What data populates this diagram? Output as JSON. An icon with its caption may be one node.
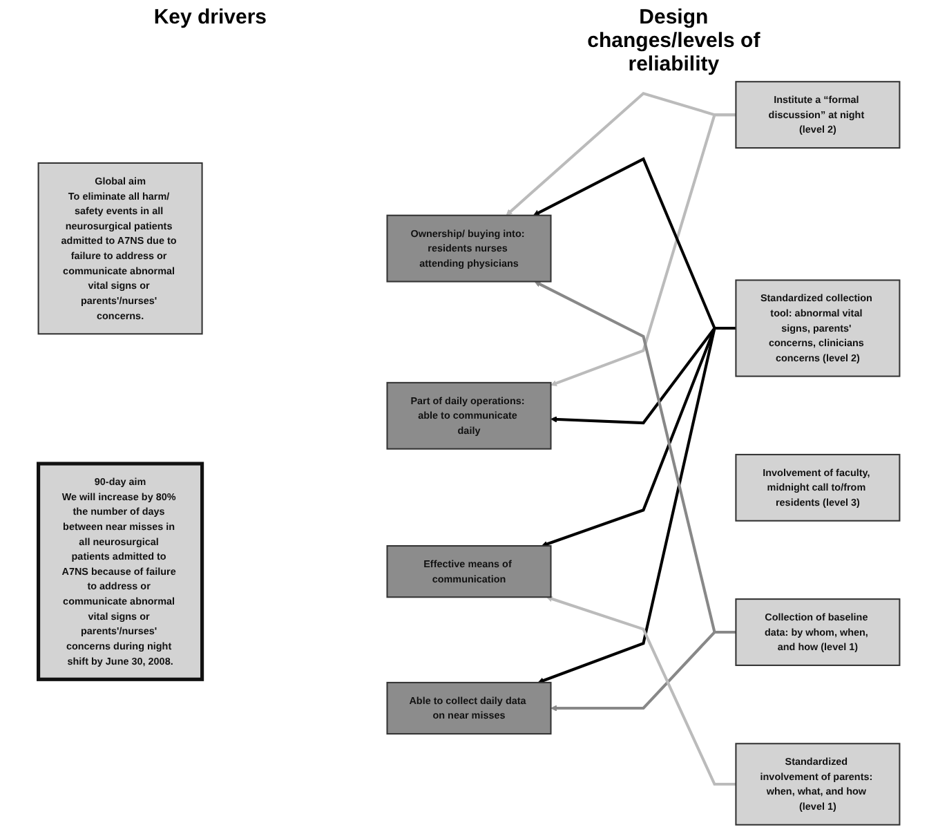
{
  "diagram": {
    "nodes": [
      {
        "text": [
          "Global aim",
          "To eliminate all harm/ safety events in all neurosurgical patients admitted to A7NS due to failure to address or communicate abnormal vital signs or parents'/nurses' concerns."
        ]
      },
      {
        "text": [
          "90-day aim",
          "We will increase by 80% the number of days between near misses in all neurosurgical patients admitted to A7NS because of failure to address or communicate abnormal vital signs or parents'/nurses' concerns during night shift by June 30, 2008."
        ]
      },
      {
        "text": [
          "Ownership/ buying into: residents nurses attending physicians"
        ]
      },
      {
        "text": [
          "Part of daily operations: able to communicate daily"
        ]
      },
      {
        "text": [
          "Effective means of communication"
        ]
      },
      {
        "text": [
          "Able to collect daily data on near misses"
        ]
      },
      {
        "text": [
          "Institute a “formal discussion” at night (level 2)"
        ]
      },
      {
        "text": [
          "Standardized collection tool: abnormal vital signs, parents' concerns, clinicians concerns (level 2)"
        ]
      },
      {
        "text": [
          "Involvement of faculty, midnight call to/from residents (level 3)"
        ]
      },
      {
        "text": [
          "Collection of baseline data: by whom, when, and how (level 1)"
        ]
      },
      {
        "text": [
          "Standardized involvement of parents: when, what, and how (level 1)"
        ]
      }
    ],
    "edges": [
      {
        "from": 6,
        "to": 2,
        "arrow": "to",
        "color": "#bbbbbb"
      },
      {
        "from": 6,
        "to": 3,
        "arrow": "to",
        "color": "#bbbbbb"
      },
      {
        "from": 7,
        "to": 2,
        "arrow": "to"
      },
      {
        "from": 7,
        "to": 3,
        "arrow": "to"
      },
      {
        "from": 7,
        "to": 4,
        "arrow": "to"
      },
      {
        "from": 7,
        "to": 5,
        "arrow": "to"
      },
      {
        "from": 9,
        "to": 2,
        "arrow": "to",
        "color": "#888888"
      },
      {
        "from": 9,
        "to": 5,
        "arrow": "to",
        "color": "#888888"
      },
      {
        "from": 10,
        "to": 4,
        "arrow": "to",
        "color": "#bbbbbb"
      }
    ],
    "labels": [
      "Key drivers",
      "Design changes/levels of reliability"
    ]
  }
}
